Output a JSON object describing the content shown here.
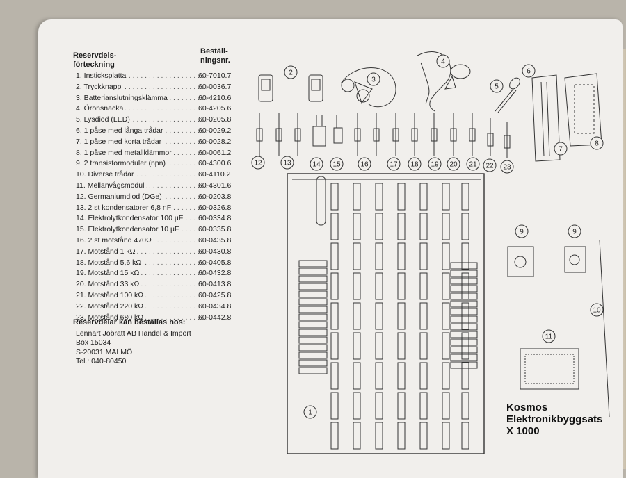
{
  "list": {
    "heading_left": [
      "Reservdels-",
      "förteckning"
    ],
    "heading_right": [
      "Beställ-",
      "ningsnr."
    ],
    "items": [
      {
        "name": "1. Insticksplatta",
        "number": "60-7010.7"
      },
      {
        "name": "2. Tryckknapp",
        "number": "60-0036.7"
      },
      {
        "name": "3. Batterianslutningsklämma",
        "number": "60-4210.6"
      },
      {
        "name": "4. Öronsnäcka",
        "number": "60-4205.6"
      },
      {
        "name": "5. Lysdiod (LED)",
        "number": "60-0205.8"
      },
      {
        "name": "6. 1 påse med långa trådar",
        "number": "60-0029.2"
      },
      {
        "name": "7. 1 påse med korta trådar",
        "number": "60-0028.2"
      },
      {
        "name": "8. 1 påse med metallklämmor",
        "number": "60-0061.2"
      },
      {
        "name": "9. 2 transistormoduler (npn)",
        "number": "60-4300.6"
      },
      {
        "name": "10. Diverse trådar",
        "number": "60-4110.2"
      },
      {
        "name": "11. Mellanvågsmodul",
        "number": "60-4301.6"
      },
      {
        "name": "12. Germaniumdiod (DGe)",
        "number": "60-0203.8"
      },
      {
        "name": "13. 2 st kondensatorer 6,8 nF",
        "number": "60-0326.8"
      },
      {
        "name": "14. Elektrolytkondensator 100 µF",
        "number": "60-0334.8"
      },
      {
        "name": "15. Elektrolytkondensator 10 µF",
        "number": "60-0335.8"
      },
      {
        "name": "16. 2 st motstånd 470Ω",
        "number": "60-0435.8"
      },
      {
        "name": "17. Motstånd 1 kΩ",
        "number": "60-0430.8"
      },
      {
        "name": "18. Motstånd 5,6 kΩ",
        "number": "60-0405.8"
      },
      {
        "name": "19. Motstånd 15 kΩ",
        "number": "60-0432.8"
      },
      {
        "name": "20. Motstånd 33 kΩ",
        "number": "60-0413.8"
      },
      {
        "name": "21. Motstånd 100 kΩ",
        "number": "60-0425.8"
      },
      {
        "name": "22. Motstånd 220 kΩ",
        "number": "60-0434.8"
      },
      {
        "name": "23. Motstånd 680 kΩ",
        "number": "60-0442.8"
      }
    ]
  },
  "order": {
    "title": "Reservdelar kan beställas hos:",
    "company": "Lennart Jobratt AB Handel & Import",
    "box": "Box 15034",
    "city": "S-20031 MALMÖ",
    "phone": "Tel.: 040-80450"
  },
  "drawing": {
    "callouts": [
      "1",
      "2",
      "3",
      "4",
      "5",
      "6",
      "7",
      "8",
      "9",
      "9",
      "10",
      "11",
      "12",
      "13",
      "14",
      "15",
      "16",
      "17",
      "18",
      "19",
      "20",
      "21",
      "22",
      "23"
    ]
  },
  "kit": {
    "line1": "Kosmos",
    "line2": "Elektronikbyggsats",
    "line3": "X 1000"
  }
}
